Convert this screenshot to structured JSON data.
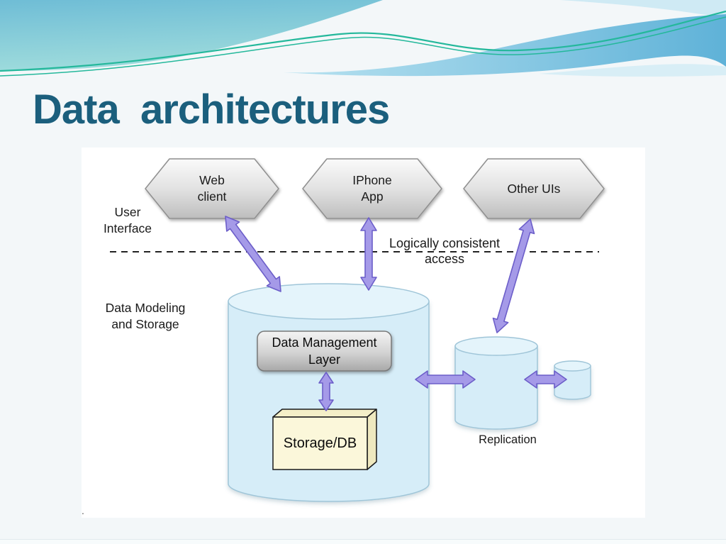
{
  "slide": {
    "title": "Data  architectures",
    "title_color": "#1b5f7d"
  },
  "diagram": {
    "ui_nodes": [
      {
        "label": "Web\nclient"
      },
      {
        "label": "IPhone\nApp"
      },
      {
        "label": "Other UIs"
      }
    ],
    "labels": {
      "user_interface": "User\nInterface",
      "logical_access": "Logically consistent\naccess",
      "data_modeling": "Data Modeling\nand Storage",
      "replication": "Replication",
      "footnote_dot": "."
    },
    "storage": {
      "management_layer": "Data Management\nLayer",
      "storage_db": "Storage/DB"
    },
    "connections": [
      {
        "from": "Web client",
        "to": "Data store",
        "type": "bidirectional"
      },
      {
        "from": "IPhone App",
        "to": "Data store",
        "type": "bidirectional"
      },
      {
        "from": "Other UIs",
        "to": "Replica store",
        "type": "bidirectional"
      },
      {
        "from": "Data store",
        "to": "Replica store",
        "type": "bidirectional"
      },
      {
        "from": "Replica store",
        "to": "Small replica store",
        "type": "bidirectional"
      },
      {
        "from": "Data Management Layer",
        "to": "Storage/DB",
        "type": "bidirectional"
      }
    ],
    "colors": {
      "cylinder_fill": "#d6edf8",
      "cylinder_top_fill": "#e4f4fb",
      "cylinder_stroke": "#9fc5d8",
      "hexagon_fill_top": "#fafafa",
      "hexagon_fill_bottom": "#bdbdbd",
      "hexagon_stroke": "#8f8f8f",
      "arrow_fill": "#a59ae8",
      "arrow_stroke": "#6c5ec9",
      "storage_box_fill": "#fbf7da",
      "management_box_top": "#f2f2f2",
      "management_box_bottom": "#aaaaaa",
      "wave_blue": "#6fbdd6",
      "wave_teal_line": "#24b89b"
    }
  }
}
